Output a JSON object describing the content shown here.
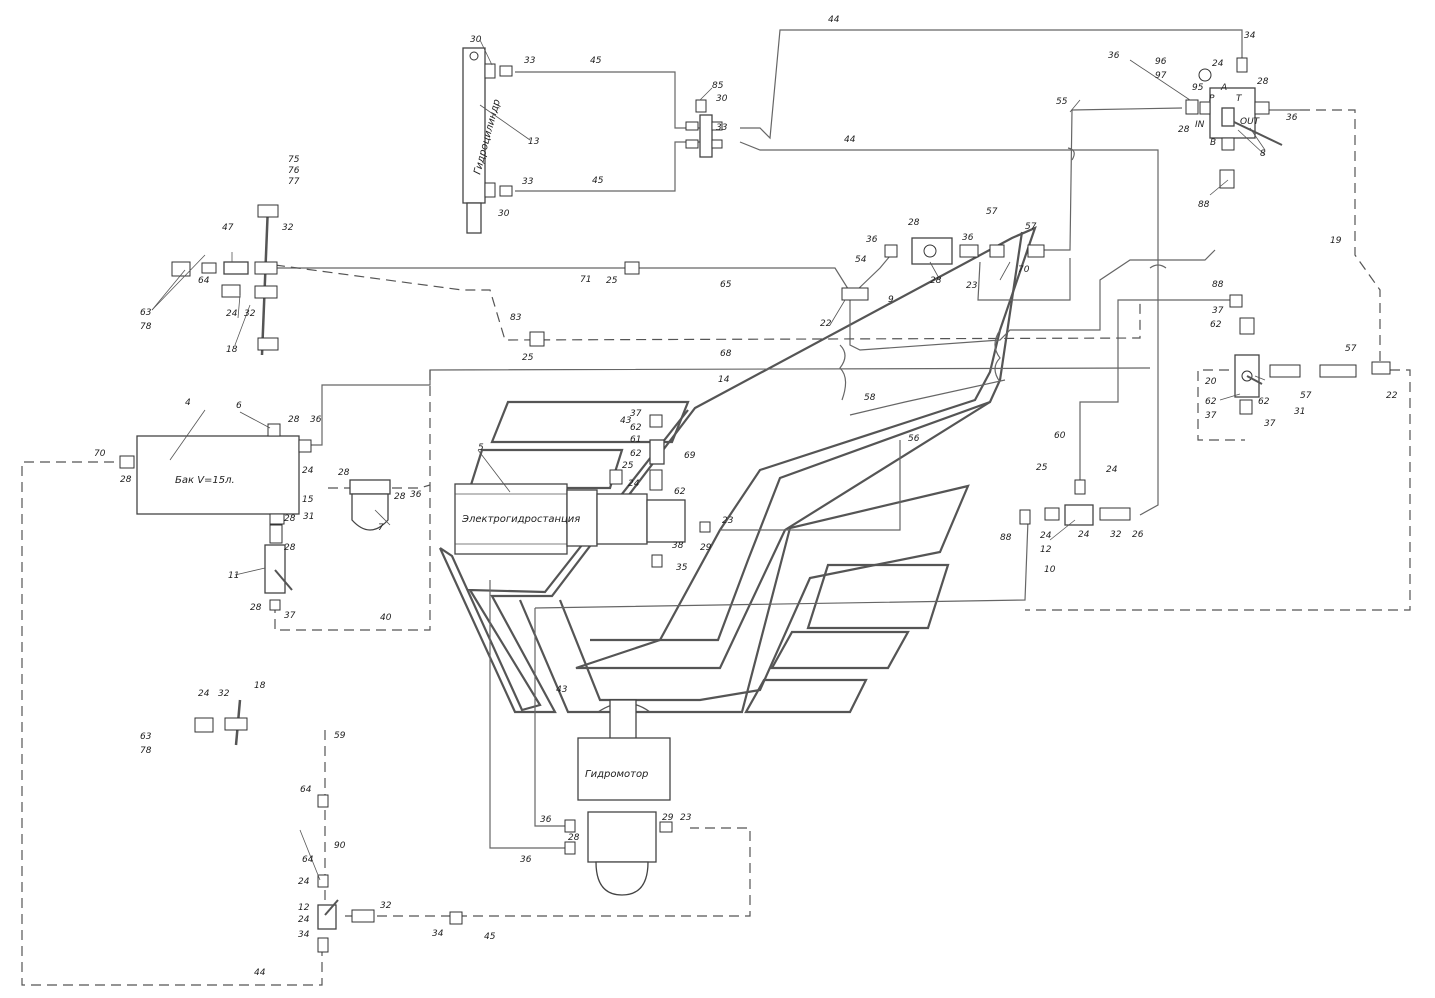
{
  "components": {
    "tank": "Бак V=15л.",
    "power_unit": "Электрогидростанция",
    "hydromotor": "Гидромотор",
    "cylinder": "Гидроцилиндр",
    "valve_ports": {
      "in": "IN",
      "out": "OUT",
      "p": "P",
      "t": "T",
      "a": "A",
      "b": "B"
    }
  },
  "part_numbers": {
    "n4": "4",
    "n5": "5",
    "n6": "6",
    "n7": "7",
    "n8": "8",
    "n9": "9",
    "n10": "10",
    "n11": "11",
    "n12": "12",
    "n13": "13",
    "n14": "14",
    "n15": "15",
    "n18": "18",
    "n19": "19",
    "n20": "20",
    "n22": "22",
    "n23": "23",
    "n24": "24",
    "n25": "25",
    "n26": "26",
    "n28": "28",
    "n29": "29",
    "n30": "30",
    "n31": "31",
    "n32": "32",
    "n33": "33",
    "n34": "34",
    "n35": "35",
    "n36": "36",
    "n37": "37",
    "n38": "38",
    "n40": "40",
    "n43": "43",
    "n44": "44",
    "n45": "45",
    "n47": "47",
    "n54": "54",
    "n55": "55",
    "n56": "56",
    "n57": "57",
    "n58": "58",
    "n59": "59",
    "n60": "60",
    "n61": "61",
    "n62": "62",
    "n63": "63",
    "n64": "64",
    "n65": "65",
    "n68": "68",
    "n69": "69",
    "n70": "70",
    "n71": "71",
    "n75": "75",
    "n76": "76",
    "n77": "77",
    "n78": "78",
    "n83": "83",
    "n85": "85",
    "n88": "88",
    "n90": "90",
    "n95": "95",
    "n96": "96",
    "n97": "97"
  }
}
